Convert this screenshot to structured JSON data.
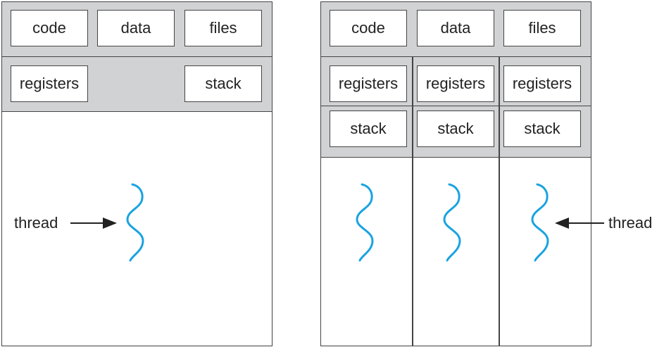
{
  "single_threaded": {
    "shared": [
      "code",
      "data",
      "files"
    ],
    "registers": "registers",
    "stack": "stack",
    "thread_label": "thread"
  },
  "multi_threaded": {
    "shared": [
      "code",
      "data",
      "files"
    ],
    "registers": [
      "registers",
      "registers",
      "registers"
    ],
    "stacks": [
      "stack",
      "stack",
      "stack"
    ],
    "thread_label": "thread"
  },
  "colors": {
    "thread": "#1aa3e0",
    "band": "#d1d2d4",
    "border": "#444444"
  }
}
